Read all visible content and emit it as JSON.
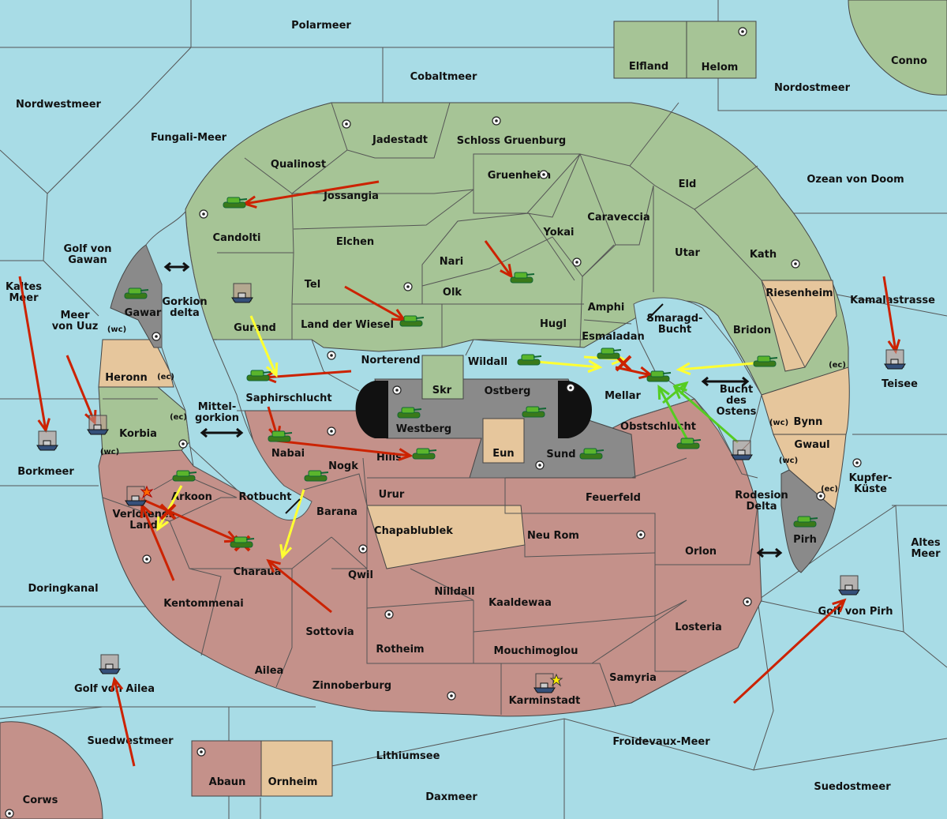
{
  "territories": [
    {
      "key": "polarmeer",
      "name": "Polarmeer"
    },
    {
      "key": "cobaltmeer",
      "name": "Cobaltmeer"
    },
    {
      "key": "nordwestmeer",
      "name": "Nordwestmeer"
    },
    {
      "key": "fungali",
      "name": "Fungali-Meer"
    },
    {
      "key": "elfland",
      "name": "Elfland"
    },
    {
      "key": "helom",
      "name": "Helom"
    },
    {
      "key": "conno",
      "name": "Conno"
    },
    {
      "key": "nordostmeer",
      "name": "Nordostmeer"
    },
    {
      "key": "jadestadt",
      "name": "Jadestadt"
    },
    {
      "key": "schloss",
      "name": "Schloss Gruenburg"
    },
    {
      "key": "qualinost",
      "name": "Qualinost"
    },
    {
      "key": "gruenheim",
      "name": "Gruenheim"
    },
    {
      "key": "eld",
      "name": "Eld"
    },
    {
      "key": "ozean",
      "name": "Ozean von Doom"
    },
    {
      "key": "jossangia",
      "name": "Jossangia"
    },
    {
      "key": "caraveccia",
      "name": "Caraveccia"
    },
    {
      "key": "candolti",
      "name": "Candolti"
    },
    {
      "key": "elchen",
      "name": "Elchen"
    },
    {
      "key": "yokai",
      "name": "Yokai"
    },
    {
      "key": "utar",
      "name": "Utar"
    },
    {
      "key": "kath",
      "name": "Kath"
    },
    {
      "key": "golfgawan",
      "name": "Golf von\nGawan"
    },
    {
      "key": "nari",
      "name": "Nari"
    },
    {
      "key": "tel",
      "name": "Tel"
    },
    {
      "key": "olk",
      "name": "Olk"
    },
    {
      "key": "kaltes",
      "name": "Kaltes\nMeer"
    },
    {
      "key": "gorkion",
      "name": "Gorkion\ndelta"
    },
    {
      "key": "amphi",
      "name": "Amphi"
    },
    {
      "key": "riesenheim",
      "name": "Riesenheim"
    },
    {
      "key": "kamala",
      "name": "Kamalastrasse"
    },
    {
      "key": "gawar",
      "name": "Gawar"
    },
    {
      "key": "gurand",
      "name": "Gurand"
    },
    {
      "key": "landwiesel",
      "name": "Land der Wiesel"
    },
    {
      "key": "hugl",
      "name": "Hugl"
    },
    {
      "key": "smaragd",
      "name": "Smaragd-\nBucht"
    },
    {
      "key": "meeruuz",
      "name": "Meer\nvon Uuz"
    },
    {
      "key": "esmaladan",
      "name": "Esmaladan"
    },
    {
      "key": "bridon",
      "name": "Bridon"
    },
    {
      "key": "norterend",
      "name": "Norterend"
    },
    {
      "key": "wildall",
      "name": "Wildall"
    },
    {
      "key": "heronn",
      "name": "Heronn"
    },
    {
      "key": "teisee",
      "name": "Teisee"
    },
    {
      "key": "skr",
      "name": "Skr"
    },
    {
      "key": "ostberg",
      "name": "Ostberg"
    },
    {
      "key": "mellar",
      "name": "Mellar"
    },
    {
      "key": "saphir",
      "name": "Saphirschlucht"
    },
    {
      "key": "bucht",
      "name": "Bucht\ndes\nOstens"
    },
    {
      "key": "mittel",
      "name": "Mittel-\ngorkion"
    },
    {
      "key": "westberg",
      "name": "Westberg"
    },
    {
      "key": "bynn",
      "name": "Bynn"
    },
    {
      "key": "obstschlucht",
      "name": "Obstschlucht"
    },
    {
      "key": "korbia",
      "name": "Korbia"
    },
    {
      "key": "gwaul",
      "name": "Gwaul"
    },
    {
      "key": "nabai",
      "name": "Nabai"
    },
    {
      "key": "eun",
      "name": "Eun"
    },
    {
      "key": "sund",
      "name": "Sund"
    },
    {
      "key": "hills",
      "name": "Hills"
    },
    {
      "key": "borkmeer",
      "name": "Borkmeer"
    },
    {
      "key": "nogk",
      "name": "Nogk"
    },
    {
      "key": "kupfer",
      "name": "Kupfer-\nKüste"
    },
    {
      "key": "arkoon",
      "name": "Arkoon"
    },
    {
      "key": "rotbucht",
      "name": "Rotbucht"
    },
    {
      "key": "urur",
      "name": "Urur"
    },
    {
      "key": "feuerfeld",
      "name": "Feuerfeld"
    },
    {
      "key": "rodesion",
      "name": "Rodesion\nDelta"
    },
    {
      "key": "verlorenes",
      "name": "Verlorenes\nLand"
    },
    {
      "key": "barana",
      "name": "Barana"
    },
    {
      "key": "chapa",
      "name": "Chapablublek"
    },
    {
      "key": "neurom",
      "name": "Neu Rom"
    },
    {
      "key": "pirh",
      "name": "Pirh"
    },
    {
      "key": "altes",
      "name": "Altes\nMeer"
    },
    {
      "key": "orlon",
      "name": "Orlon"
    },
    {
      "key": "charaua",
      "name": "Charaua"
    },
    {
      "key": "qwil",
      "name": "Qwil"
    },
    {
      "key": "doringkanal",
      "name": "Doringkanal"
    },
    {
      "key": "nilldall",
      "name": "Nilldall"
    },
    {
      "key": "kaaldewaa",
      "name": "Kaaldewaa"
    },
    {
      "key": "kentommenai",
      "name": "Kentommenai"
    },
    {
      "key": "golfpirh",
      "name": "Golf von Pirh"
    },
    {
      "key": "losteria",
      "name": "Losteria"
    },
    {
      "key": "sottovia",
      "name": "Sottovia"
    },
    {
      "key": "rotheim",
      "name": "Rotheim"
    },
    {
      "key": "mouchimo",
      "name": "Mouchimoglou"
    },
    {
      "key": "ailea",
      "name": "Ailea"
    },
    {
      "key": "samyria",
      "name": "Samyria"
    },
    {
      "key": "zinnoberburg",
      "name": "Zinnoberburg"
    },
    {
      "key": "golfailea",
      "name": "Golf von Ailea"
    },
    {
      "key": "karminstadt",
      "name": "Karminstadt"
    },
    {
      "key": "suedwest",
      "name": "Suedwestmeer"
    },
    {
      "key": "froidevaux",
      "name": "Froidevaux-Meer"
    },
    {
      "key": "lithium",
      "name": "Lithiumsee"
    },
    {
      "key": "abaun",
      "name": "Abaun"
    },
    {
      "key": "ornheim",
      "name": "Ornheim"
    },
    {
      "key": "suedost",
      "name": "Suedostmeer"
    },
    {
      "key": "corws",
      "name": "Corws"
    },
    {
      "key": "daxmeer",
      "name": "Daxmeer"
    }
  ],
  "coast_labels": [
    "(wc)",
    "(ec)",
    "(ec)",
    "(wc)",
    "(ec)",
    "(wc)",
    "(wc)",
    "(ec)"
  ],
  "unit_legend": {
    "army": "tank-icon",
    "fleet": "ship-icon"
  },
  "colors": {
    "sea": "#a8dce6",
    "green_power": "#a6c496",
    "red_power": "#c4918a",
    "neutral": "#e6c69c",
    "impassable": "#8a8a8a",
    "order_red": "#cc2200",
    "order_yellow": "#ffff33",
    "order_green": "#55cc22"
  }
}
